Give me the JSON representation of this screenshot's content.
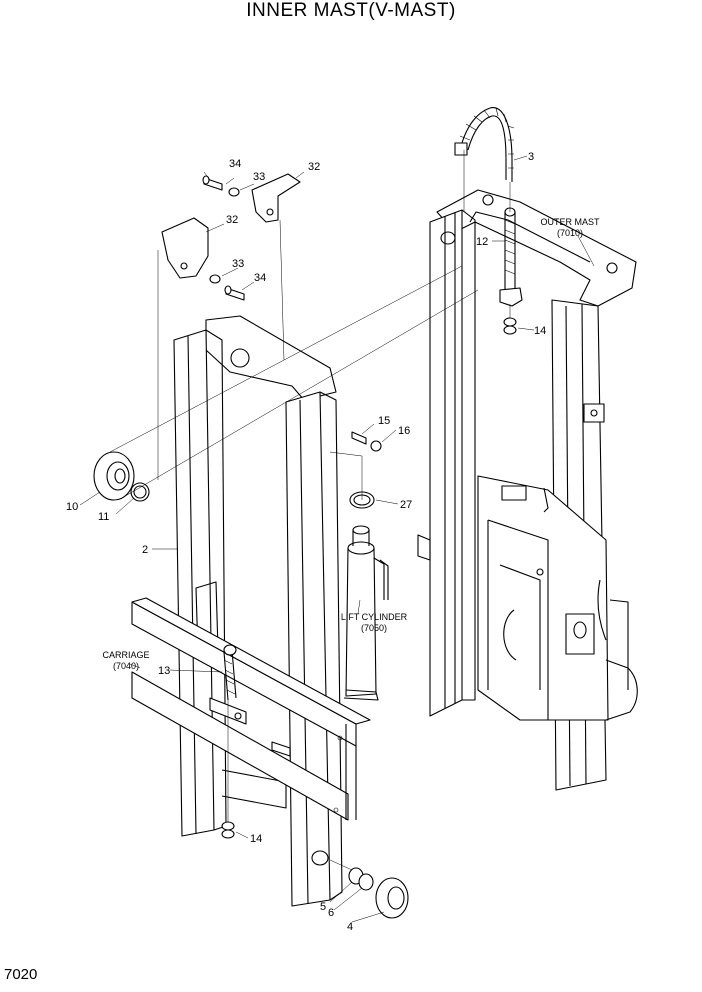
{
  "title": "INNER MAST(V-MAST)",
  "page_number": "7020",
  "callouts": {
    "c2": "2",
    "c3": "3",
    "c4": "4",
    "c5": "5",
    "c6": "6",
    "c10": "10",
    "c11": "11",
    "c12": "12",
    "c13": "13",
    "c14a": "14",
    "c14b": "14",
    "c15": "15",
    "c16": "16",
    "c27": "27",
    "c32a": "32",
    "c32b": "32",
    "c33a": "33",
    "c33b": "33",
    "c34a": "34",
    "c34b": "34"
  },
  "assemblies": {
    "outer_mast": {
      "name": "OUTER MAST",
      "ref": "(7010)"
    },
    "lift_cylinder": {
      "name": "LIFT CYLINDER",
      "ref": "(7050)"
    },
    "carriage": {
      "name": "CARRIAGE",
      "ref": "(7040)"
    }
  }
}
